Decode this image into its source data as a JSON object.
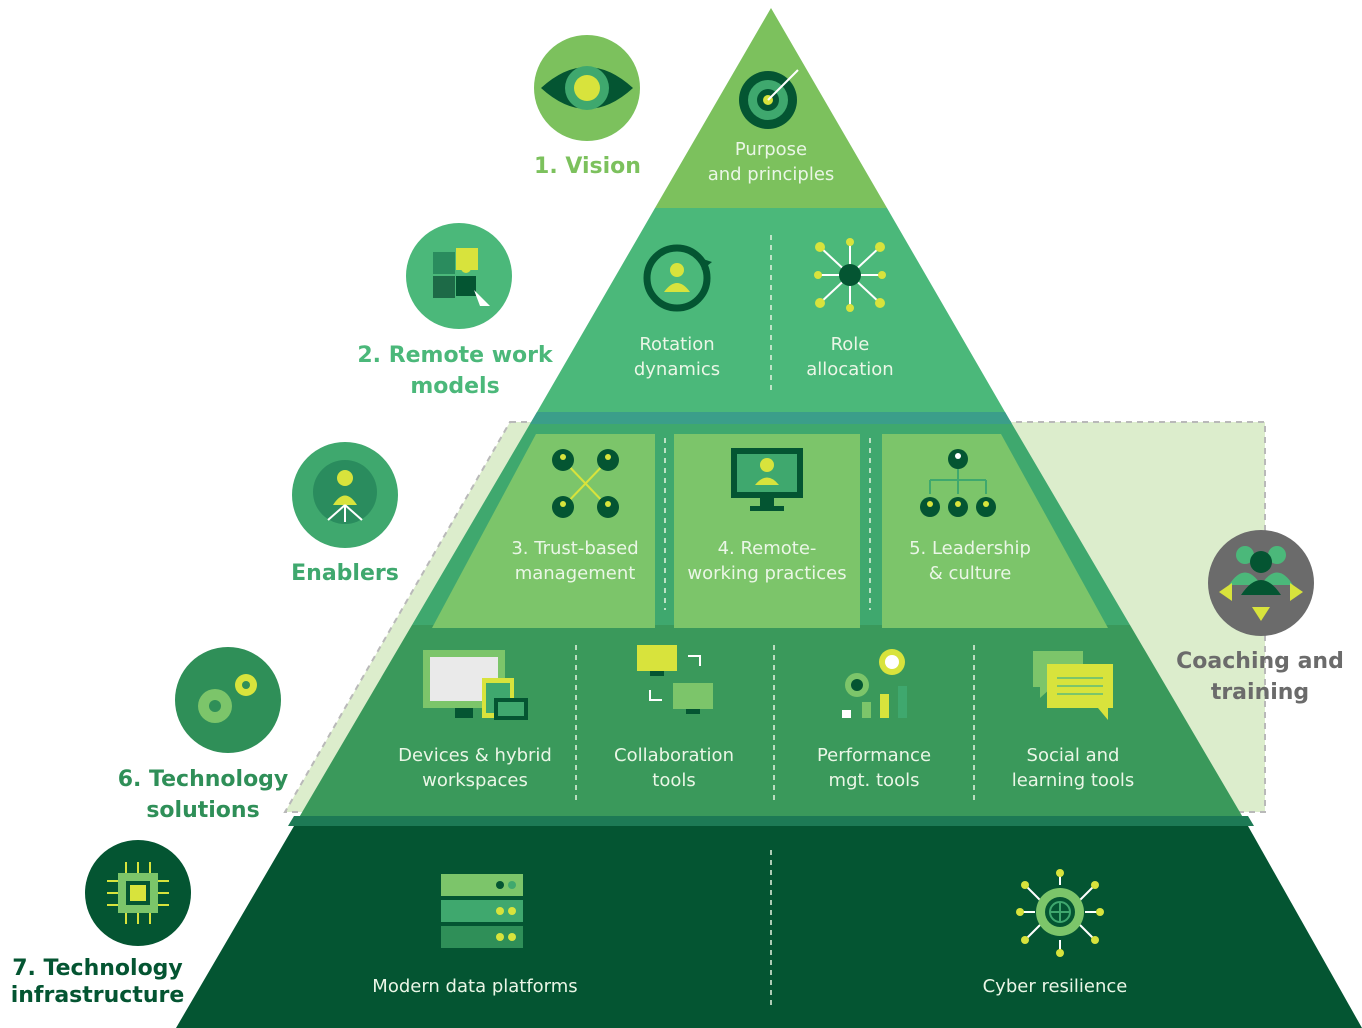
{
  "colors": {
    "vision": "#7cc15d",
    "remote": "#4bb87a",
    "enablers": "#3fa86e",
    "enabler_panel": "#7cc56a",
    "tech": "#3a995b",
    "infra": "#045532",
    "coaching_band": "#dcedcc",
    "accent_yellow": "#d8e33c"
  },
  "levels": {
    "vision": {
      "title_line1": "1. Vision",
      "icon": "eye-icon"
    },
    "remote": {
      "title_line1": "2. Remote work",
      "title_line2": "models",
      "icon": "puzzle-icon"
    },
    "enablers": {
      "title_line1": "Enablers",
      "icon": "gear-person-icon"
    },
    "tech": {
      "title_line1": "6. Technology",
      "title_line2": "solutions",
      "icon": "gears-icon"
    },
    "infra": {
      "title_line1": "7. Technology",
      "title_line2": "infrastructure",
      "icon": "chip-icon"
    },
    "coaching": {
      "title_line1": "Coaching and",
      "title_line2": "training",
      "icon": "group-arrows-icon"
    }
  },
  "cells": {
    "purpose": {
      "line1": "Purpose",
      "line2": "and principles",
      "icon": "target-icon"
    },
    "rotation": {
      "line1": "Rotation",
      "line2": "dynamics",
      "icon": "rotation-icon"
    },
    "role": {
      "line1": "Role",
      "line2": "allocation",
      "icon": "network-icon"
    },
    "trust": {
      "line1": "3. Trust-based",
      "line2": "management",
      "icon": "connections-icon"
    },
    "practices": {
      "line1": "4. Remote-",
      "line2": "working practices",
      "icon": "monitor-person-icon"
    },
    "leadership": {
      "line1": "5. Leadership",
      "line2": "& culture",
      "icon": "hierarchy-icon"
    },
    "devices": {
      "line1": "Devices & hybrid",
      "line2": "workspaces",
      "icon": "devices-icon"
    },
    "collab": {
      "line1": "Collaboration",
      "line2": "tools",
      "icon": "sync-screens-icon"
    },
    "performance": {
      "line1": "Performance",
      "line2": "mgt. tools",
      "icon": "performance-chart-icon"
    },
    "social": {
      "line1": "Social and",
      "line2": "learning tools",
      "icon": "chat-bubbles-icon"
    },
    "data": {
      "line1": "Modern data platforms",
      "icon": "servers-icon"
    },
    "cyber": {
      "line1": "Cyber resilience",
      "icon": "globe-circuit-icon"
    }
  }
}
